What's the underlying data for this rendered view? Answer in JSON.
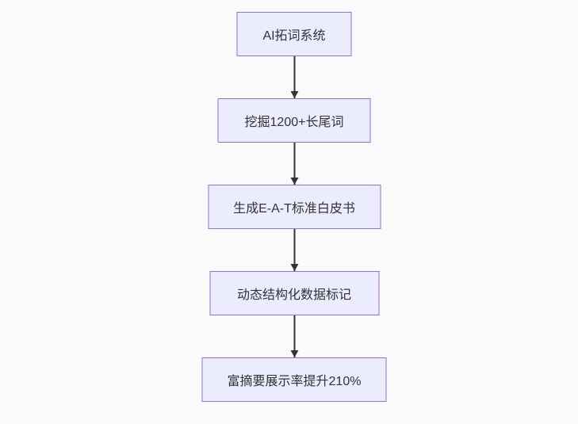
{
  "page": {
    "background_color": "#fafafa"
  },
  "flowchart": {
    "type": "flowchart-top-down",
    "node_fill_color": "#ececff",
    "node_border_color": "#9370db",
    "node_text_color": "#333333",
    "arrow_color": "#333333",
    "nodes": [
      {
        "id": "n1",
        "label": "AI拓词系统"
      },
      {
        "id": "n2",
        "label": "挖掘1200+长尾词"
      },
      {
        "id": "n3",
        "label": "生成E-A-T标准白皮书"
      },
      {
        "id": "n4",
        "label": "动态结构化数据标记"
      },
      {
        "id": "n5",
        "label": "富摘要展示率提升210%"
      }
    ],
    "edges": [
      {
        "from": "n1",
        "to": "n2"
      },
      {
        "from": "n2",
        "to": "n3"
      },
      {
        "from": "n3",
        "to": "n4"
      },
      {
        "from": "n4",
        "to": "n5"
      }
    ]
  }
}
